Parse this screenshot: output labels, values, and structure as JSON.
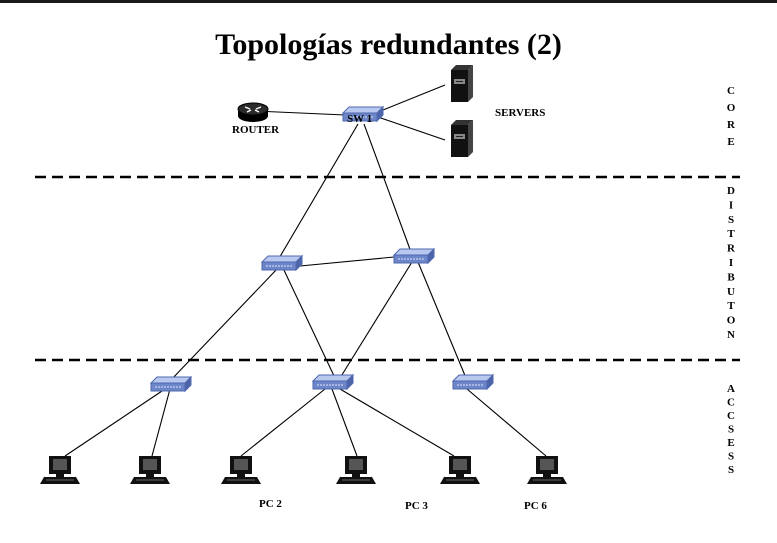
{
  "title": "Topologías redundantes (2)",
  "labels": {
    "router": "ROUTER",
    "core_switch": "SW 1",
    "servers": "SERVERS",
    "pc2": "PC 2",
    "pc3": "PC 3",
    "pc6": "PC 6"
  },
  "layers": {
    "core": "CORE",
    "distribution": "DISTRIBUTON",
    "access": "ACCSESS"
  },
  "colors": {
    "switch": "#6d86c9",
    "line": "#000000",
    "device": "#111111"
  }
}
